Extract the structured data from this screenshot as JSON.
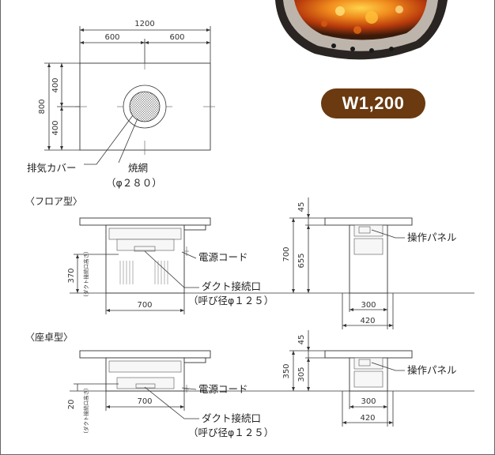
{
  "badge": {
    "label": "W1,200"
  },
  "top_view": {
    "width": "1200",
    "half_left": "600",
    "half_right": "600",
    "depth": "800",
    "depth_top": "400",
    "depth_bottom": "400",
    "exhaust_cover": "排気カバー",
    "grill_net": "焼網",
    "grill_diameter": "（φ２８０）"
  },
  "floor_type": {
    "section_title": "〈フロア型〉",
    "power_cord": "電源コード",
    "duct_connection": "ダクト接続口",
    "duct_diameter": "（呼び径φ１２５）",
    "duct_height": "370",
    "duct_height_note": "（ダクト接続口高さ）",
    "width": "700",
    "top_thickness": "45",
    "total_height": "700",
    "body_height": "655",
    "control_panel": "操作パネル",
    "side_inner": "300",
    "side_outer": "420"
  },
  "seated_type": {
    "section_title": "〈座卓型〉",
    "power_cord": "電源コード",
    "duct_connection": "ダクト接続口",
    "duct_diameter": "（呼び径φ１２５）",
    "duct_height": "20",
    "duct_height_note": "（ダクト接続口高さ）",
    "width": "700",
    "top_thickness": "45",
    "total_height": "350",
    "body_height": "305",
    "control_panel": "操作パネル",
    "side_inner": "300",
    "side_outer": "420"
  },
  "colors": {
    "badge": "#6b3a10",
    "frame": "#555555"
  }
}
